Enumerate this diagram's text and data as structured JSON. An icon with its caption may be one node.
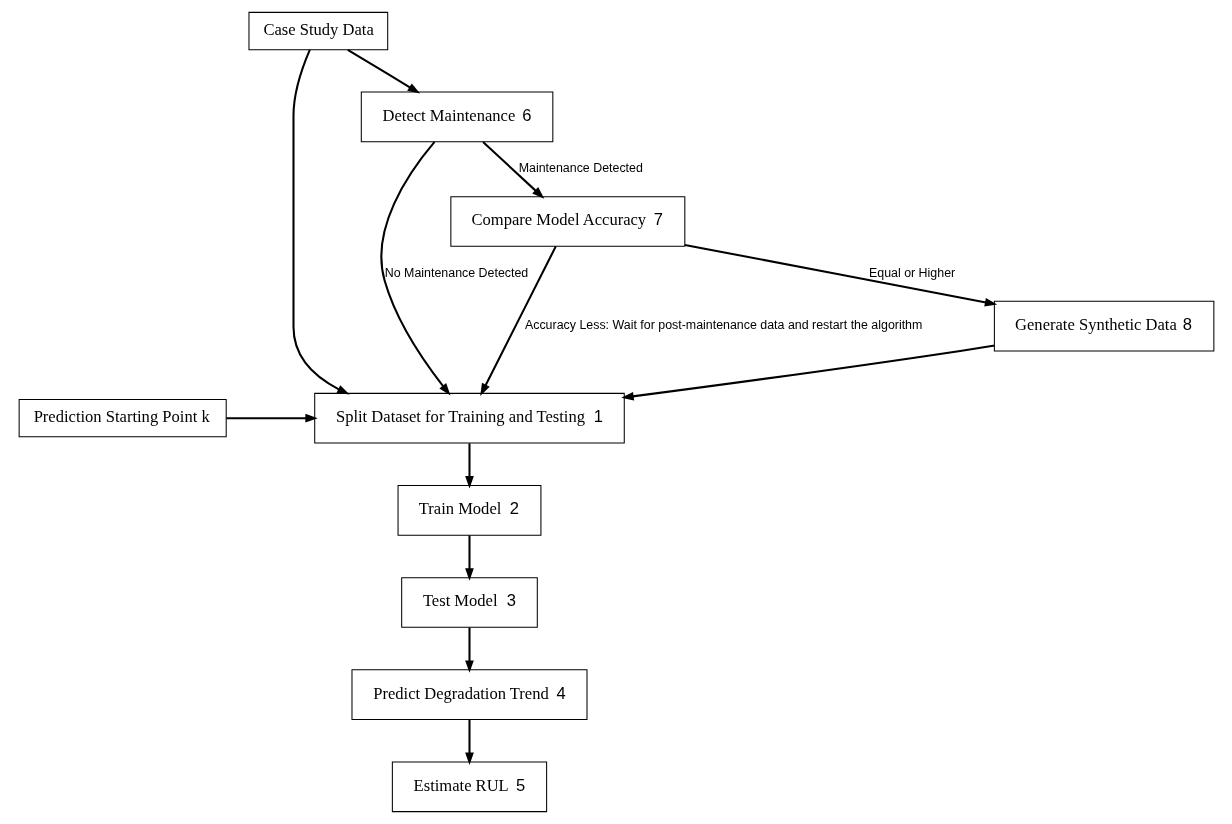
{
  "diagram": {
    "nodes": [
      {
        "text": [
          "Case Study Data"
        ]
      },
      {
        "text": [
          "Split Dataset for Training and Testing",
          "1"
        ]
      },
      {
        "text": [
          "Prediction Starting Point k"
        ]
      },
      {
        "text": [
          "Train Model",
          "2"
        ]
      },
      {
        "text": [
          "Test Model",
          "3"
        ]
      },
      {
        "text": [
          "Predict Degradation Trend",
          "4"
        ]
      },
      {
        "text": [
          "Estimate RUL",
          "5"
        ]
      },
      {
        "text": [
          "Detect Maintenance",
          "6"
        ]
      },
      {
        "text": [
          "Compare Model Accuracy",
          "7"
        ]
      },
      {
        "text": [
          "Generate Synthetic Data",
          "8"
        ]
      }
    ],
    "edges": [
      {
        "from": 0,
        "to": 1,
        "arrow": "to"
      },
      {
        "from": 0,
        "to": 7,
        "arrow": "to"
      },
      {
        "from": 2,
        "to": 1,
        "arrow": "to"
      },
      {
        "from": 1,
        "to": 3,
        "arrow": "to"
      },
      {
        "from": 3,
        "to": 4,
        "arrow": "to"
      },
      {
        "from": 4,
        "to": 5,
        "arrow": "to"
      },
      {
        "from": 5,
        "to": 6,
        "arrow": "to"
      },
      {
        "from": 7,
        "to": 8,
        "arrow": "to",
        "label": "Maintenance Detected"
      },
      {
        "from": 8,
        "to": 9,
        "arrow": "to",
        "label": "Equal or Higher"
      },
      {
        "from": 8,
        "to": 1,
        "arrow": "to",
        "label": "Accuracy Less: Wait for post-maintenance data and restart the algorithm"
      },
      {
        "from": 9,
        "to": 1,
        "arrow": "to"
      },
      {
        "from": 7,
        "to": 1,
        "arrow": "to",
        "label": "No Maintenance Detected"
      }
    ]
  }
}
